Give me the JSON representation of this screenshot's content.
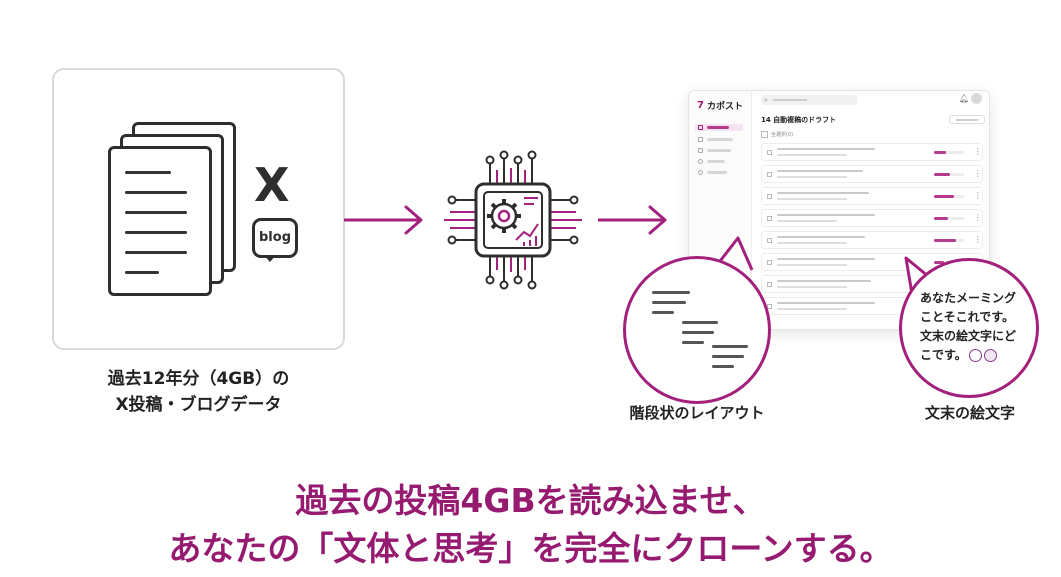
{
  "source": {
    "caption_line1": "過去12年分（4GB）の",
    "caption_line2": "X投稿・ブログデータ",
    "x_label": "X",
    "blog_label": "blog",
    "icons": [
      "documents-icon",
      "x-logo-icon",
      "blog-bubble-icon"
    ]
  },
  "process": {
    "icon": "ai-chip-icon"
  },
  "app": {
    "logo_text": "カポスト",
    "title": "14 自動複稿のドラフト",
    "select_all_label": "全選択(0)"
  },
  "callouts": {
    "layout_caption": "階段状のレイアウト",
    "emoji_caption": "文末の絵文字",
    "emoji_lines": [
      "あなたメーミング",
      "ことそこれです。",
      "文末の絵文字にど",
      "こです。"
    ]
  },
  "headline": {
    "line1": "過去の投稿4GBを読み込ませ、",
    "line2": "あなたの「文体と思考」を完全にクローンする。"
  },
  "colors": {
    "accent": "#a3207d",
    "headline": "#961a70",
    "dark": "#2e2e2e"
  }
}
